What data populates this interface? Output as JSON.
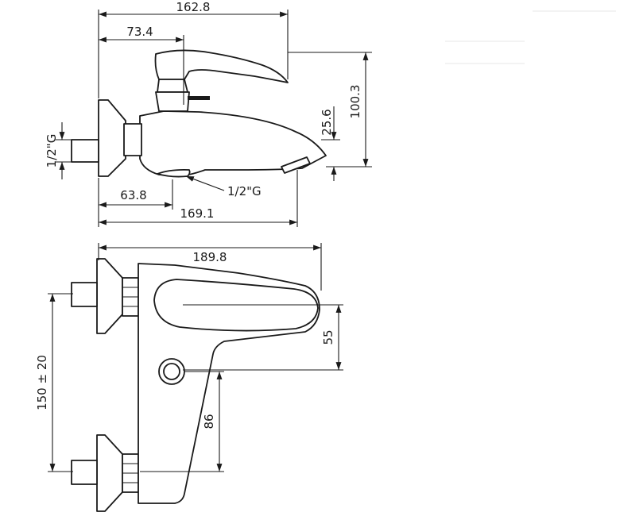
{
  "top_view": {
    "dim_overall_top": "162.8",
    "dim_lever_offset": "73.4",
    "dim_height": "100.3",
    "dim_spout_drop": "25.6",
    "dim_inlet_thread": "1/2\"G",
    "dim_outlet_thread": "1/2\"G",
    "dim_outlet_offset": "63.8",
    "dim_overall_bottom": "169.1"
  },
  "front_view": {
    "dim_width": "189.8",
    "dim_lever_height": "55",
    "dim_centers": "150 ± 20",
    "dim_diverter": "86"
  }
}
